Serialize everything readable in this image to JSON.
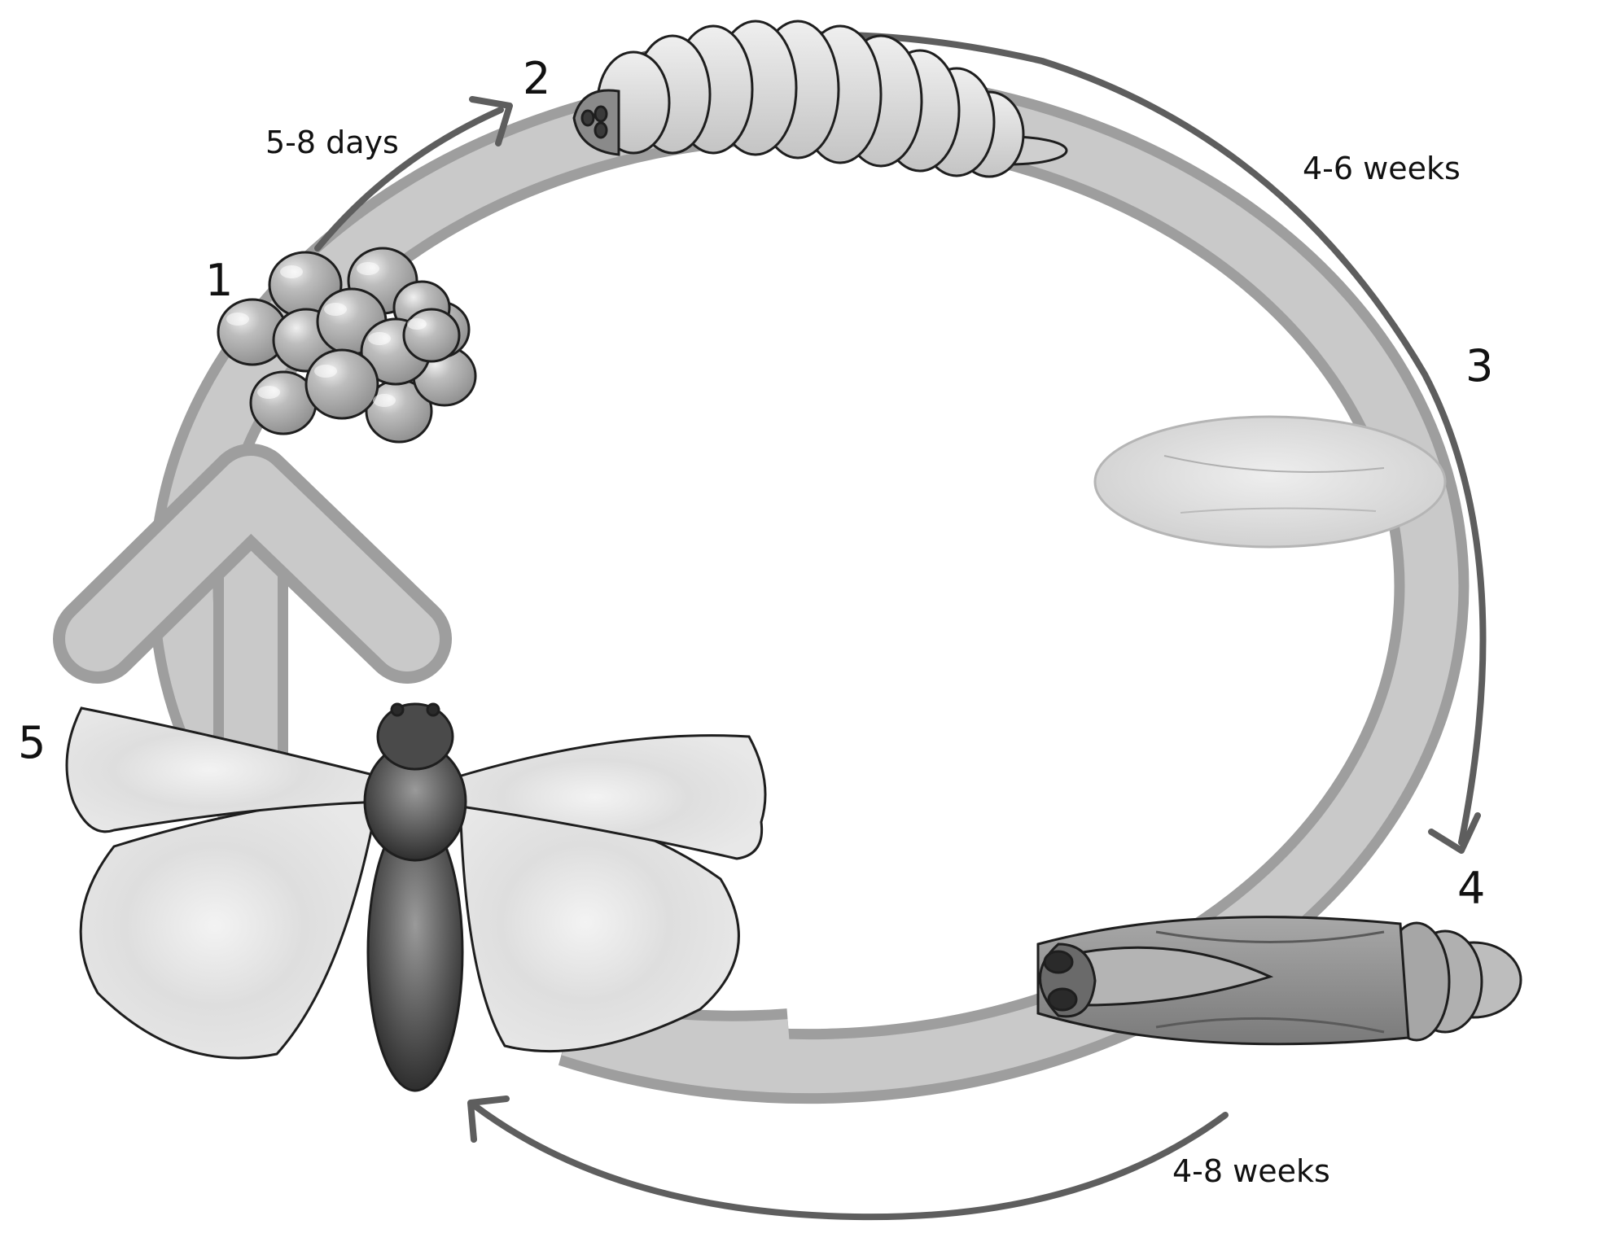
{
  "stages": [
    {
      "number": "1",
      "name": "egg-cluster"
    },
    {
      "number": "2",
      "name": "larva"
    },
    {
      "number": "3",
      "name": "cocoon"
    },
    {
      "number": "4",
      "name": "pupa"
    },
    {
      "number": "5",
      "name": "adult-moth"
    }
  ],
  "durations": {
    "egg_to_larva": "5-8 days",
    "larva_to_cocoon": "4-6 weeks",
    "pupa_to_adult": "4-8 weeks"
  },
  "colors": {
    "ring_fill": "#c9c9c9",
    "ring_edge": "#9e9e9e",
    "arrow_stroke": "#6e6e6e",
    "outline": "#1e1e1e",
    "egg": "#a9a9a9",
    "larva": "#d9d9d9",
    "cocoon": "#dcdcdc",
    "pupa_shell": "#8c8c8c",
    "moth_wing": "#e6e6e6",
    "moth_body": "#3c3c3c"
  }
}
